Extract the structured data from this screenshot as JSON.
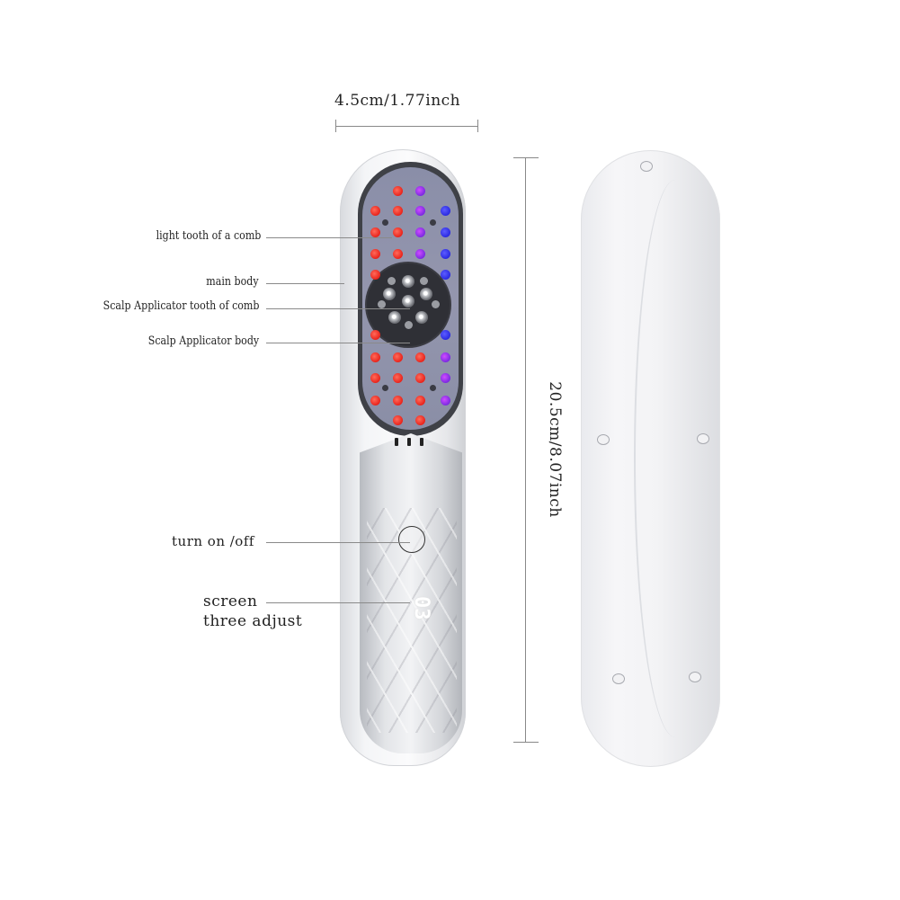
{
  "dimensions": {
    "width_label": "4.5cm/1.77inch",
    "height_label": "20.5cm/8.07inch"
  },
  "callouts": [
    {
      "id": "light-tooth",
      "label": "light tooth of a comb"
    },
    {
      "id": "main-body",
      "label": "main body"
    },
    {
      "id": "applicator-tooth",
      "label": "Scalp Applicator tooth of comb"
    },
    {
      "id": "applicator-body",
      "label": "Scalp Applicator body"
    },
    {
      "id": "power",
      "label": "turn on /off"
    },
    {
      "id": "screen",
      "label": "screen\nthree adjust",
      "line1": "screen",
      "line2": "three adjust"
    }
  ],
  "device": {
    "screen_value": "03",
    "led_colors": {
      "red": "#e8231b",
      "blue": "#2a2ae0",
      "purple": "#7a2ae0"
    }
  },
  "views": [
    "front",
    "back"
  ]
}
